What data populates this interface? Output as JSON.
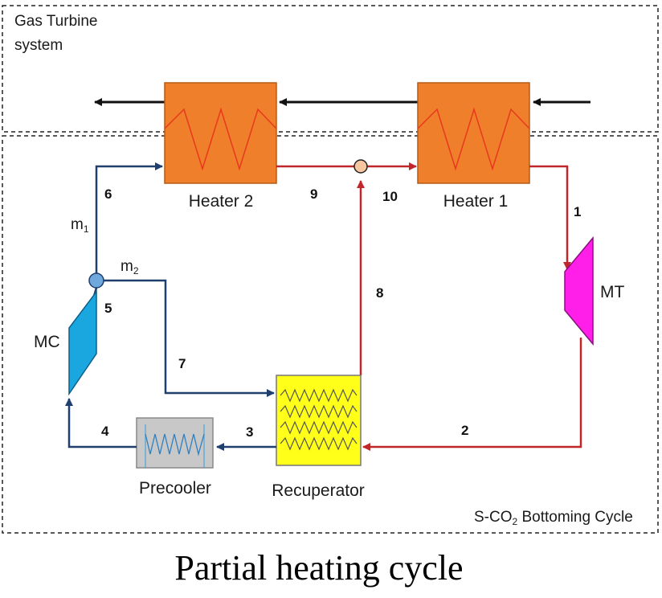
{
  "regions": {
    "gas_turbine": "Gas Turbine\nsystem",
    "bottoming_cycle_prefix": "S-CO",
    "bottoming_cycle_sub": "2",
    "bottoming_cycle_suffix": " Bottoming Cycle"
  },
  "components": {
    "heater2": "Heater 2",
    "heater1": "Heater 1",
    "main_turbine": "MT",
    "main_compressor": "MC",
    "recuperator": "Recuperator",
    "precooler": "Precooler"
  },
  "streams": {
    "m1": "m",
    "m1_sub": "1",
    "m2": "m",
    "m2_sub": "2"
  },
  "states": [
    "1",
    "2",
    "3",
    "4",
    "5",
    "6",
    "7",
    "8",
    "9",
    "10"
  ],
  "caption": "Partial heating cycle",
  "colors": {
    "hot_line": "#c0262a",
    "cold_line": "#1f3f6e",
    "exhaust_line": "#111111",
    "heater_fill": "#ef7f2a",
    "heater_coil": "#e8381f",
    "turbine_fill": "#ff1fe8",
    "compressor_fill": "#1aa7e0",
    "recuperator_fill": "#ffff1a",
    "precooler_fill": "#c8c8c8",
    "mixer_fill": "#f6c7a0",
    "splitter_fill": "#6fa8dc"
  }
}
